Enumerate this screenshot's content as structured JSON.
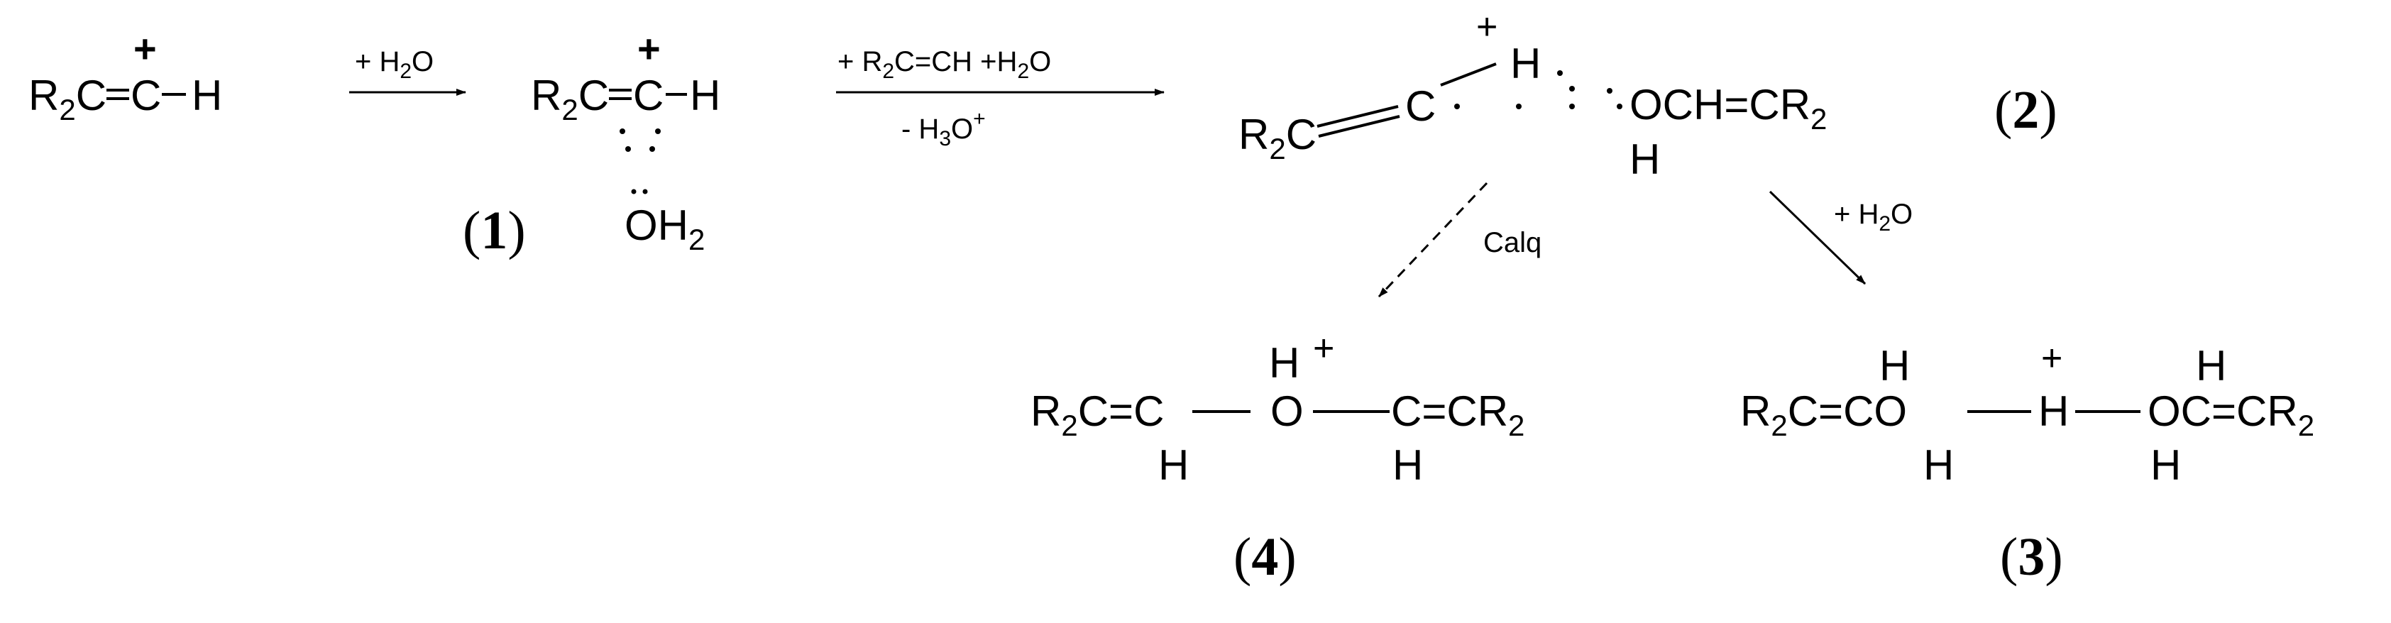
{
  "scheme": {
    "reactant": {
      "r2": "R",
      "r2_sub": "2",
      "c1": "C",
      "c2": "C",
      "h": "H",
      "charge": "+"
    },
    "arrow1": {
      "plus": "+ H",
      "sub": "2",
      "o": "O"
    },
    "complex1": {
      "r2": "R",
      "r2_sub": "2",
      "c1": "C",
      "c2": "C",
      "h": "H",
      "charge": "+",
      "o": "O",
      "h2": "H",
      "h2_sub": "2",
      "label_open": "(",
      "label_num": "1",
      "label_close": ")"
    },
    "arrow2": {
      "top": "+ R",
      "top_sub": "2",
      "top_rest": "C=CH +H",
      "top_sub2": "2",
      "top_o": "O",
      "bottom": "- H",
      "bottom_sub": "3",
      "bottom_o": "O",
      "bottom_charge": "+"
    },
    "complex2": {
      "r2": "R",
      "r2_sub": "2",
      "c1": "C",
      "c2": "C",
      "h": "H",
      "charge": "+",
      "och": "OCH=CR",
      "och_sub": "2",
      "h_below": "H",
      "label_open": "(",
      "label_num": "2",
      "label_close": ")"
    },
    "arrow_calq": {
      "text": "Calq"
    },
    "arrow_h2o": {
      "plus": "+ H",
      "sub": "2",
      "o": "O"
    },
    "product4": {
      "left": "R",
      "left_sub": "2",
      "left_rest": "C=C",
      "h_left": "H",
      "h_top": "H",
      "charge": "+",
      "o": "O",
      "right": "C=CR",
      "right_sub": "2",
      "h_right": "H",
      "label_open": "(",
      "label_num": "4",
      "label_close": ")"
    },
    "product3": {
      "left": "R",
      "left_sub": "2",
      "left_rest": "C=CO",
      "h_top_left": "H",
      "h_bottom_left": "H",
      "h_mid": "H",
      "charge": "+",
      "right": "OC=CR",
      "right_sub": "2",
      "h_top_right": "H",
      "h_bottom_right": "H",
      "label_open": "(",
      "label_num": "3",
      "label_close": ")"
    }
  }
}
